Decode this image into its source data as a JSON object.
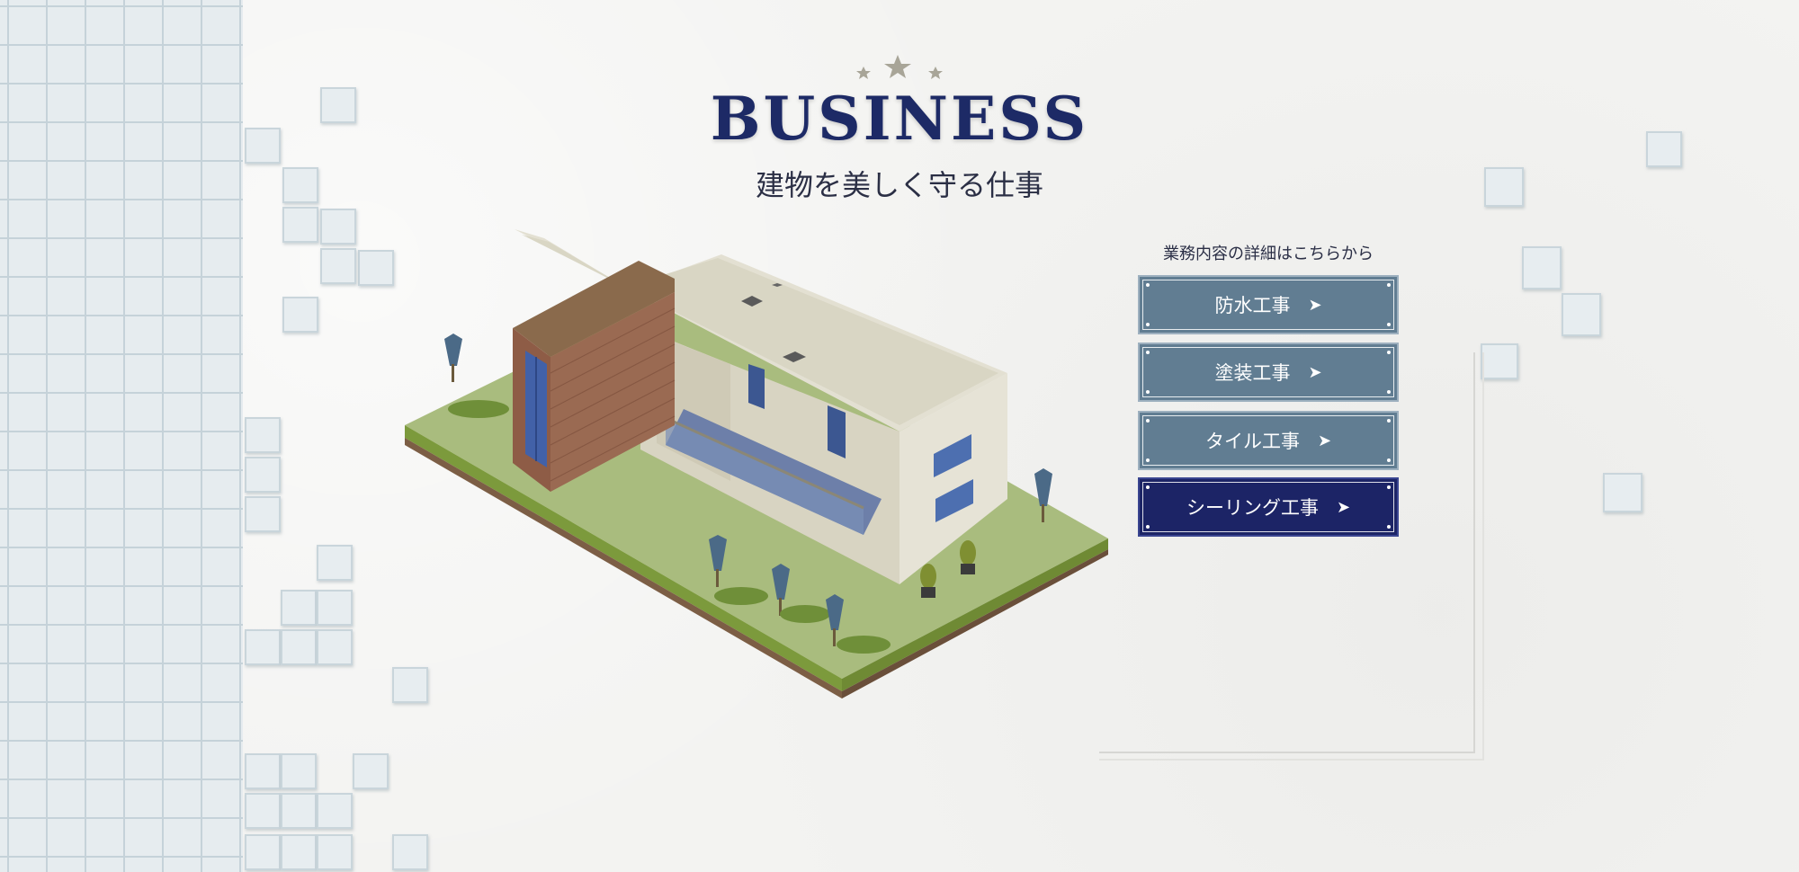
{
  "header": {
    "title": "BUSINESS",
    "subtitle": "建物を美しく守る仕事"
  },
  "services": {
    "caption": "業務内容の詳細はこちらから",
    "items": [
      {
        "label": "防水工事",
        "arrow": "➤",
        "active": false
      },
      {
        "label": "塗装工事",
        "arrow": "➤",
        "active": false
      },
      {
        "label": "タイル工事",
        "arrow": "➤",
        "active": false
      },
      {
        "label": "シーリング工事",
        "arrow": "➤",
        "active": true
      }
    ]
  },
  "colors": {
    "title": "#1d2a66",
    "button": "#617d92",
    "button_active": "#1c2466",
    "stars": "#a8a598"
  },
  "icons": {
    "stars": "three-stars-icon",
    "arrow": "arrow-right-icon"
  }
}
